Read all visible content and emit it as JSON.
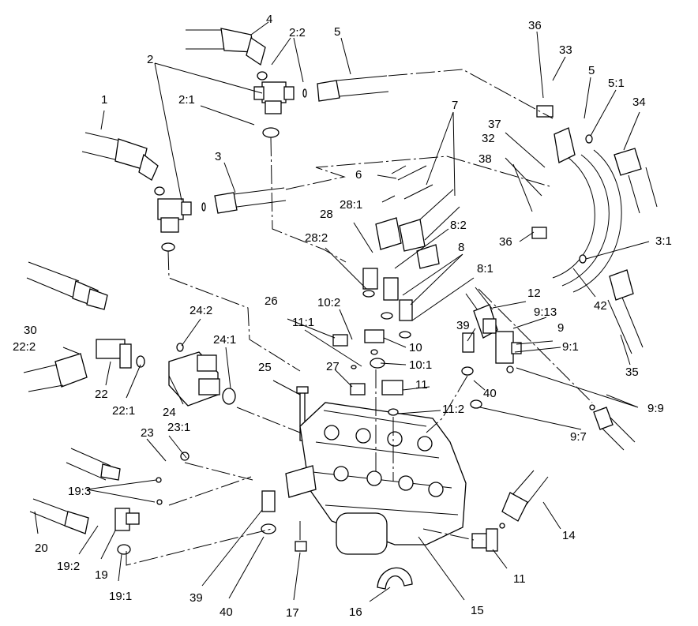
{
  "callouts": [
    {
      "id": "c-4",
      "text": "4"
    },
    {
      "id": "c-2-2",
      "text": "2:2"
    },
    {
      "id": "c-5-top",
      "text": "5"
    },
    {
      "id": "c-2",
      "text": "2"
    },
    {
      "id": "c-2-1",
      "text": "2:1"
    },
    {
      "id": "c-1",
      "text": "1"
    },
    {
      "id": "c-3",
      "text": "3"
    },
    {
      "id": "c-6",
      "text": "6"
    },
    {
      "id": "c-7",
      "text": "7"
    },
    {
      "id": "c-36-top",
      "text": "36"
    },
    {
      "id": "c-33",
      "text": "33"
    },
    {
      "id": "c-5-right",
      "text": "5"
    },
    {
      "id": "c-5-1",
      "text": "5:1"
    },
    {
      "id": "c-34",
      "text": "34"
    },
    {
      "id": "c-37",
      "text": "37"
    },
    {
      "id": "c-32",
      "text": "32"
    },
    {
      "id": "c-38",
      "text": "38"
    },
    {
      "id": "c-36-mid",
      "text": "36"
    },
    {
      "id": "c-3-1",
      "text": "3:1"
    },
    {
      "id": "c-42",
      "text": "42"
    },
    {
      "id": "c-35",
      "text": "35"
    },
    {
      "id": "c-28",
      "text": "28"
    },
    {
      "id": "c-28-1",
      "text": "28:1"
    },
    {
      "id": "c-28-2",
      "text": "28:2"
    },
    {
      "id": "c-8-2",
      "text": "8:2"
    },
    {
      "id": "c-8",
      "text": "8"
    },
    {
      "id": "c-8-1",
      "text": "8:1"
    },
    {
      "id": "c-12",
      "text": "12"
    },
    {
      "id": "c-9-13",
      "text": "9:13"
    },
    {
      "id": "c-9",
      "text": "9"
    },
    {
      "id": "c-9-1",
      "text": "9:1"
    },
    {
      "id": "c-9-9",
      "text": "9:9"
    },
    {
      "id": "c-9-7",
      "text": "9:7"
    },
    {
      "id": "c-39-right",
      "text": "39"
    },
    {
      "id": "c-40-right",
      "text": "40"
    },
    {
      "id": "c-10",
      "text": "10"
    },
    {
      "id": "c-10-1",
      "text": "10:1"
    },
    {
      "id": "c-10-2",
      "text": "10:2"
    },
    {
      "id": "c-11-1",
      "text": "11:1"
    },
    {
      "id": "c-26",
      "text": "26"
    },
    {
      "id": "c-27",
      "text": "27"
    },
    {
      "id": "c-11",
      "text": "11"
    },
    {
      "id": "c-11-2",
      "text": "11:2"
    },
    {
      "id": "c-30",
      "text": "30"
    },
    {
      "id": "c-22-2",
      "text": "22:2"
    },
    {
      "id": "c-22",
      "text": "22"
    },
    {
      "id": "c-22-1",
      "text": "22:1"
    },
    {
      "id": "c-24",
      "text": "24"
    },
    {
      "id": "c-24-1",
      "text": "24:1"
    },
    {
      "id": "c-24-2",
      "text": "24:2"
    },
    {
      "id": "c-25",
      "text": "25"
    },
    {
      "id": "c-23",
      "text": "23"
    },
    {
      "id": "c-23-1",
      "text": "23:1"
    },
    {
      "id": "c-19-3",
      "text": "19:3"
    },
    {
      "id": "c-20",
      "text": "20"
    },
    {
      "id": "c-19-2",
      "text": "19:2"
    },
    {
      "id": "c-19",
      "text": "19"
    },
    {
      "id": "c-19-1",
      "text": "19:1"
    },
    {
      "id": "c-39-bottom",
      "text": "39"
    },
    {
      "id": "c-40-bottom",
      "text": "40"
    },
    {
      "id": "c-17",
      "text": "17"
    },
    {
      "id": "c-16",
      "text": "16"
    },
    {
      "id": "c-15",
      "text": "15"
    },
    {
      "id": "c-11-bottom",
      "text": "11"
    },
    {
      "id": "c-14",
      "text": "14"
    }
  ]
}
